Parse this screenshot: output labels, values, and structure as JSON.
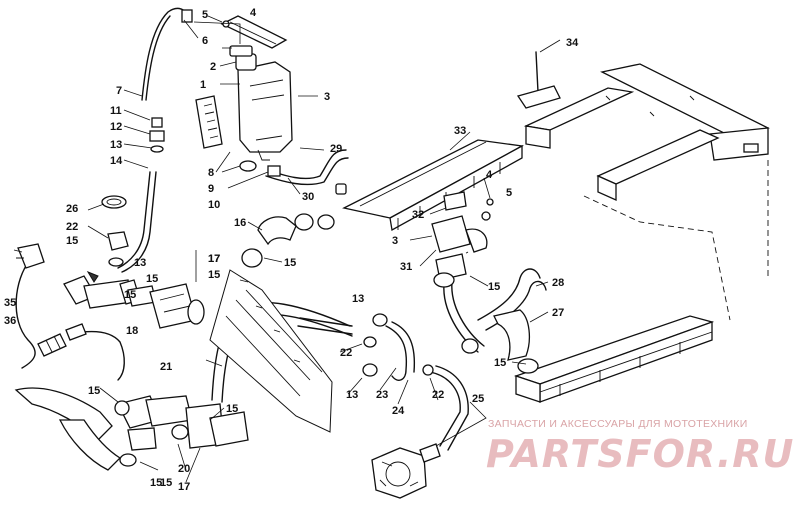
{
  "callouts": [
    {
      "id": "c1",
      "label": "1"
    },
    {
      "id": "c2",
      "label": "2"
    },
    {
      "id": "c3a",
      "label": "3"
    },
    {
      "id": "c4a",
      "label": "4"
    },
    {
      "id": "c5a",
      "label": "5"
    },
    {
      "id": "c6",
      "label": "6"
    },
    {
      "id": "c7",
      "label": "7"
    },
    {
      "id": "c8",
      "label": "8"
    },
    {
      "id": "c9",
      "label": "9"
    },
    {
      "id": "c10",
      "label": "10"
    },
    {
      "id": "c11",
      "label": "11"
    },
    {
      "id": "c12",
      "label": "12"
    },
    {
      "id": "c13a",
      "label": "13"
    },
    {
      "id": "c14",
      "label": "14"
    },
    {
      "id": "c15a",
      "label": "15"
    },
    {
      "id": "c16",
      "label": "16"
    },
    {
      "id": "c17a",
      "label": "17"
    },
    {
      "id": "c18",
      "label": "18"
    },
    {
      "id": "c21",
      "label": "21"
    },
    {
      "id": "c22a",
      "label": "22"
    },
    {
      "id": "c26",
      "label": "26"
    },
    {
      "id": "c29",
      "label": "29"
    },
    {
      "id": "c30",
      "label": "30"
    },
    {
      "id": "c33",
      "label": "33"
    },
    {
      "id": "c34",
      "label": "34"
    },
    {
      "id": "c4b",
      "label": "4"
    },
    {
      "id": "c5b",
      "label": "5"
    },
    {
      "id": "c32",
      "label": "32"
    },
    {
      "id": "c3b",
      "label": "3"
    },
    {
      "id": "c31",
      "label": "31"
    },
    {
      "id": "c15b",
      "label": "15"
    },
    {
      "id": "c28",
      "label": "28"
    },
    {
      "id": "c27",
      "label": "27"
    },
    {
      "id": "c15c",
      "label": "15"
    },
    {
      "id": "c15d",
      "label": "15"
    },
    {
      "id": "c13b",
      "label": "13"
    },
    {
      "id": "c15e",
      "label": "15"
    },
    {
      "id": "c15f",
      "label": "15"
    },
    {
      "id": "c17b",
      "label": "17"
    },
    {
      "id": "c15g",
      "label": "15"
    },
    {
      "id": "c35",
      "label": "35"
    },
    {
      "id": "c36",
      "label": "36"
    },
    {
      "id": "c13c",
      "label": "13"
    },
    {
      "id": "c22b",
      "label": "22"
    },
    {
      "id": "c13d",
      "label": "13"
    },
    {
      "id": "c23",
      "label": "23"
    },
    {
      "id": "c24",
      "label": "24"
    },
    {
      "id": "c22c",
      "label": "22"
    },
    {
      "id": "c25",
      "label": "25"
    },
    {
      "id": "c15h",
      "label": "15"
    },
    {
      "id": "c15i",
      "label": "15"
    },
    {
      "id": "c15j",
      "label": "15"
    },
    {
      "id": "c20",
      "label": "20"
    },
    {
      "id": "c15k",
      "label": "15"
    },
    {
      "id": "c17c",
      "label": "17"
    }
  ],
  "watermark": {
    "line1": "ЗАПЧАСТИ И АКСЕССУАРЫ ДЛЯ МОТОТЕХНИКИ",
    "line2": "PARTSFOR.RU"
  }
}
